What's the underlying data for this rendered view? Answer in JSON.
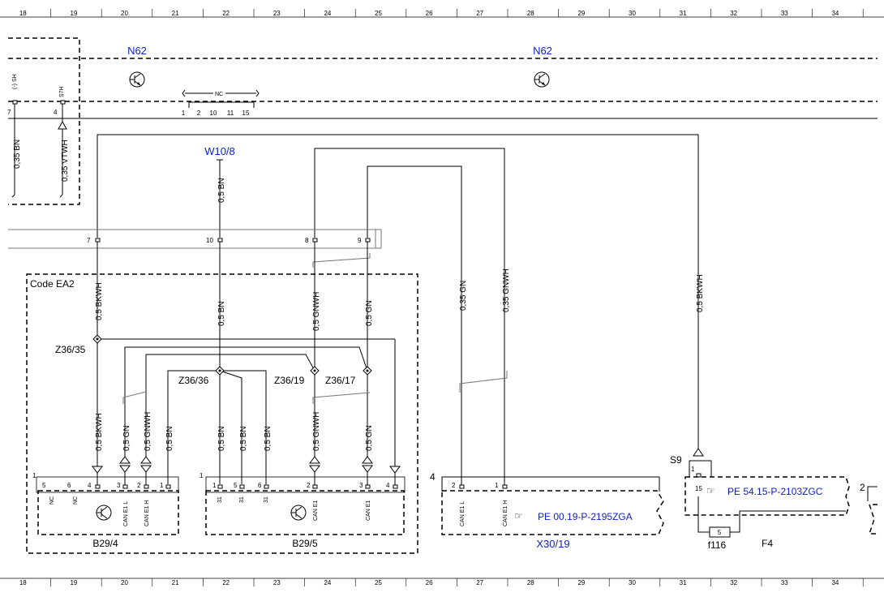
{
  "ruler": {
    "columns": [
      "18",
      "19",
      "20",
      "21",
      "22",
      "23",
      "24",
      "25",
      "26",
      "27",
      "28",
      "29",
      "30",
      "31",
      "32",
      "33",
      "34"
    ]
  },
  "components": {
    "n62_left": "N62",
    "n62_right": "N62",
    "w10_8": "W10/8",
    "code_ea2": "Code EA2",
    "z36_35": "Z36/35",
    "z36_36": "Z36/36",
    "z36_19": "Z36/19",
    "z36_17": "Z36/17",
    "b29_4": "B29/4",
    "b29_5": "B29/5",
    "x30_19": "X30/19",
    "s9": "S9",
    "f116": "f116",
    "f4": "F4"
  },
  "connector_numbers": {
    "b29_4_conn": "1",
    "b29_5_conn": "1",
    "x30_19_conn": "4",
    "f4_conn": "2",
    "s9_pin": "1"
  },
  "wires": {
    "w_bn_top": "0,35 BN",
    "w_vtwh_top": "0,35 VTWH",
    "w_w10_bn": "0,5 BN",
    "w_bkwh_mid": "0,5 BKWH",
    "w_bn_mid": "0,5 BN",
    "w_gnwh_mid": "0,5 GNWH",
    "w_gn_mid": "0,5 GN",
    "w_gn_x30": "0,35 GN",
    "w_gnwh_x30": "0,35 GNWH",
    "w_bkwh_s9": "0,5 BKWH",
    "w_b294_bkwh": "0,5 BKWH",
    "w_b294_gn": "0,5 GN",
    "w_b294_gnwh": "0,5 GNWH",
    "w_b294_bn": "0,5 BN",
    "w_b295_bn1": "0,5 BN",
    "w_b295_bn2": "0,5 BN",
    "w_b295_bn3": "0,5 BN",
    "w_b295_gnwh": "0,5 GNWH",
    "w_b295_gn": "0,5 GN"
  },
  "pins": {
    "top_pin7": "7",
    "top_pin4": "4",
    "top_sh": "(-) SH",
    "top_s7h": "S7H",
    "nc_bracket": "NC",
    "nc_pins": [
      "1",
      "2",
      "10",
      "11",
      "15"
    ],
    "mid_pin7": "7",
    "mid_pin10": "10",
    "mid_pin8": "8",
    "mid_pin9": "9",
    "b294_pins": [
      "5",
      "6",
      "4",
      "3",
      "2",
      "1"
    ],
    "b294_sigs": [
      "NC",
      "NC",
      "CAN E1 L",
      "CAN E1 H"
    ],
    "b295_pins": [
      "1",
      "5",
      "6",
      "2",
      "3",
      "4"
    ],
    "b295_sigs": [
      "31",
      "31",
      "31",
      "CAN E1",
      "CAN E1"
    ],
    "x30_pins": [
      "2",
      "1"
    ],
    "x30_sigs": [
      "CAN E1 L",
      "CAN E1 H"
    ],
    "f4_pin": "15",
    "f116_fuse": "5"
  },
  "references": {
    "x30_ref": "PE 00.19-P-2195ZGA",
    "f4_ref": "PE 54.15-P-2103ZGC"
  },
  "colors": {
    "line": "#000000",
    "accent": "#0b1fd0",
    "gray": "#777777"
  }
}
